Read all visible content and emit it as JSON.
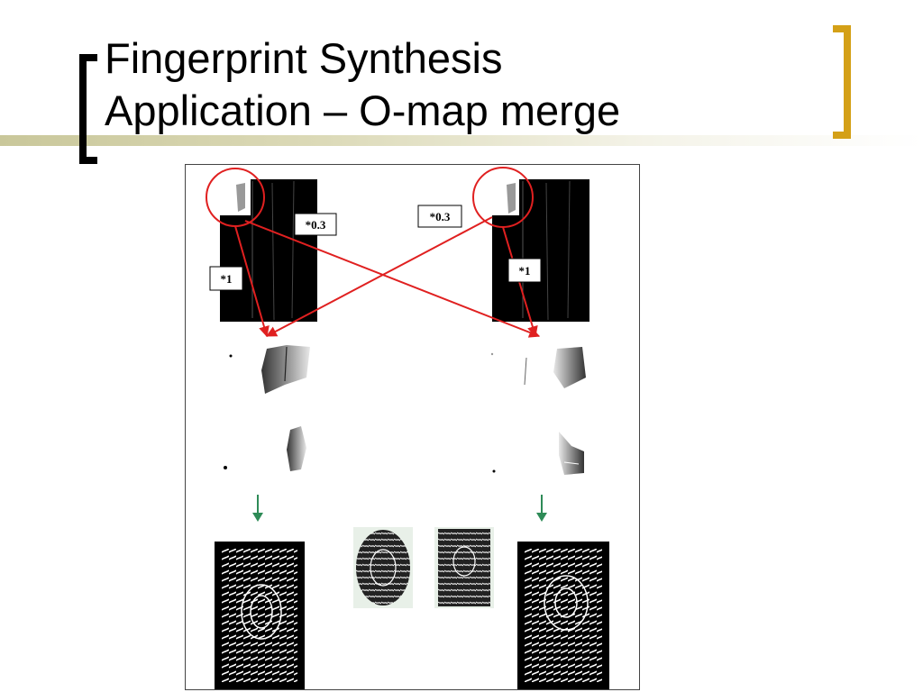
{
  "slide": {
    "title_line1": "Fingerprint Synthesis",
    "title_line2": "Application – O-map merge"
  },
  "colors": {
    "accent_gold": "#d4a017",
    "bracket_black": "#000000",
    "arrow_red": "#e02020",
    "arrow_green": "#2e8b57"
  },
  "figure": {
    "weights": {
      "left_cross": "*0.3",
      "left_direct": "*1",
      "right_cross": "*0.3",
      "right_direct": "*1"
    }
  }
}
